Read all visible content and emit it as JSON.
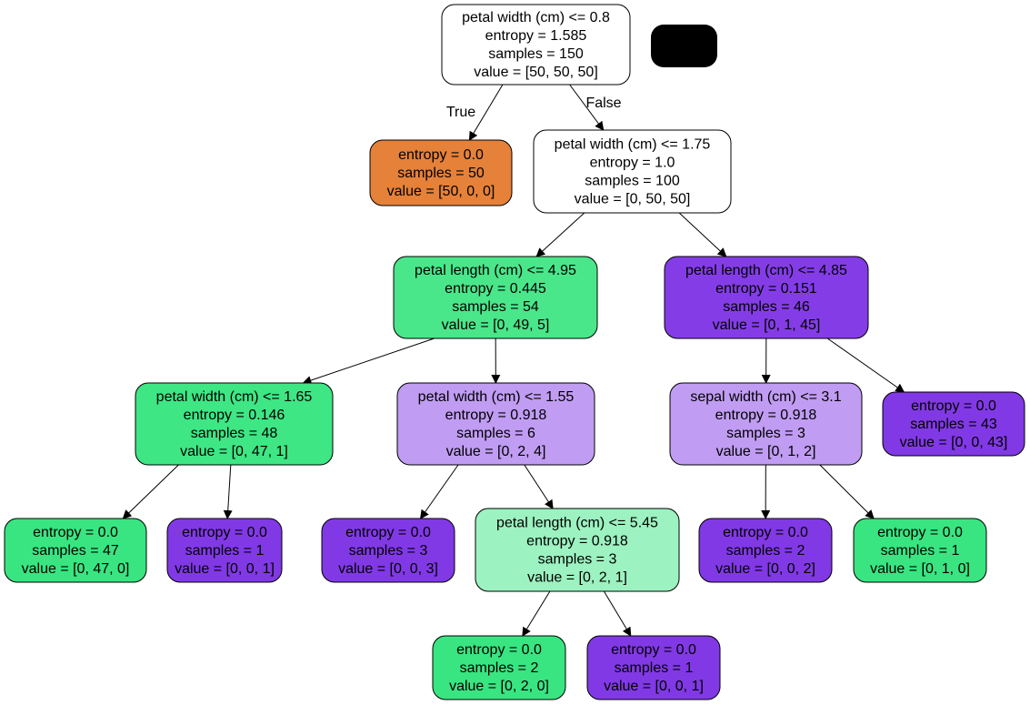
{
  "edge_labels": {
    "true": "True",
    "false": "False"
  },
  "nodes": [
    {
      "id": "n0",
      "fill": "#ffffff",
      "lines": [
        "petal width (cm) <= 0.8",
        "entropy = 1.585",
        "samples = 150",
        "value = [50, 50, 50]"
      ]
    },
    {
      "id": "n1",
      "fill": "#e58139",
      "lines": [
        "entropy = 0.0",
        "samples = 50",
        "value = [50, 0, 0]"
      ]
    },
    {
      "id": "n2",
      "fill": "#ffffff",
      "lines": [
        "petal width (cm) <= 1.75",
        "entropy = 1.0",
        "samples = 100",
        "value = [0, 50, 50]"
      ]
    },
    {
      "id": "n3",
      "fill": "#4ae68a",
      "lines": [
        "petal length (cm) <= 4.95",
        "entropy = 0.445",
        "samples = 54",
        "value = [0, 49, 5]"
      ]
    },
    {
      "id": "n4",
      "fill": "#843de6",
      "lines": [
        "petal length (cm) <= 4.85",
        "entropy = 0.151",
        "samples = 46",
        "value = [0, 1, 45]"
      ]
    },
    {
      "id": "n5",
      "fill": "#3ee684",
      "lines": [
        "petal width (cm) <= 1.65",
        "entropy = 0.146",
        "samples = 48",
        "value = [0, 47, 1]"
      ]
    },
    {
      "id": "n6",
      "fill": "#c09cf2",
      "lines": [
        "petal width (cm) <= 1.55",
        "entropy = 0.918",
        "samples = 6",
        "value = [0, 2, 4]"
      ]
    },
    {
      "id": "n7",
      "fill": "#c09cf2",
      "lines": [
        "sepal width (cm) <= 3.1",
        "entropy = 0.918",
        "samples = 3",
        "value = [0, 1, 2]"
      ]
    },
    {
      "id": "n8",
      "fill": "#8139e5",
      "lines": [
        "entropy = 0.0",
        "samples = 43",
        "value = [0, 0, 43]"
      ]
    },
    {
      "id": "n9",
      "fill": "#39e581",
      "lines": [
        "entropy = 0.0",
        "samples = 47",
        "value = [0, 47, 0]"
      ]
    },
    {
      "id": "n10",
      "fill": "#8139e5",
      "lines": [
        "entropy = 0.0",
        "samples = 1",
        "value = [0, 0, 1]"
      ]
    },
    {
      "id": "n11",
      "fill": "#8139e5",
      "lines": [
        "entropy = 0.0",
        "samples = 3",
        "value = [0, 0, 3]"
      ]
    },
    {
      "id": "n12",
      "fill": "#9cf2c0",
      "lines": [
        "petal length (cm) <= 5.45",
        "entropy = 0.918",
        "samples = 3",
        "value = [0, 2, 1]"
      ]
    },
    {
      "id": "n13",
      "fill": "#8139e5",
      "lines": [
        "entropy = 0.0",
        "samples = 2",
        "value = [0, 0, 2]"
      ]
    },
    {
      "id": "n14",
      "fill": "#39e581",
      "lines": [
        "entropy = 0.0",
        "samples = 1",
        "value = [0, 1, 0]"
      ]
    },
    {
      "id": "n15",
      "fill": "#39e581",
      "lines": [
        "entropy = 0.0",
        "samples = 2",
        "value = [0, 2, 0]"
      ]
    },
    {
      "id": "n16",
      "fill": "#8139e5",
      "lines": [
        "entropy = 0.0",
        "samples = 1",
        "value = [0, 0, 1]"
      ]
    }
  ],
  "edges": [
    [
      "n0",
      "n1"
    ],
    [
      "n0",
      "n2"
    ],
    [
      "n2",
      "n3"
    ],
    [
      "n2",
      "n4"
    ],
    [
      "n3",
      "n5"
    ],
    [
      "n3",
      "n6"
    ],
    [
      "n4",
      "n7"
    ],
    [
      "n4",
      "n8"
    ],
    [
      "n5",
      "n9"
    ],
    [
      "n5",
      "n10"
    ],
    [
      "n6",
      "n11"
    ],
    [
      "n6",
      "n12"
    ],
    [
      "n7",
      "n13"
    ],
    [
      "n7",
      "n14"
    ],
    [
      "n12",
      "n15"
    ],
    [
      "n12",
      "n16"
    ]
  ],
  "legend_box_fill": "#000000"
}
